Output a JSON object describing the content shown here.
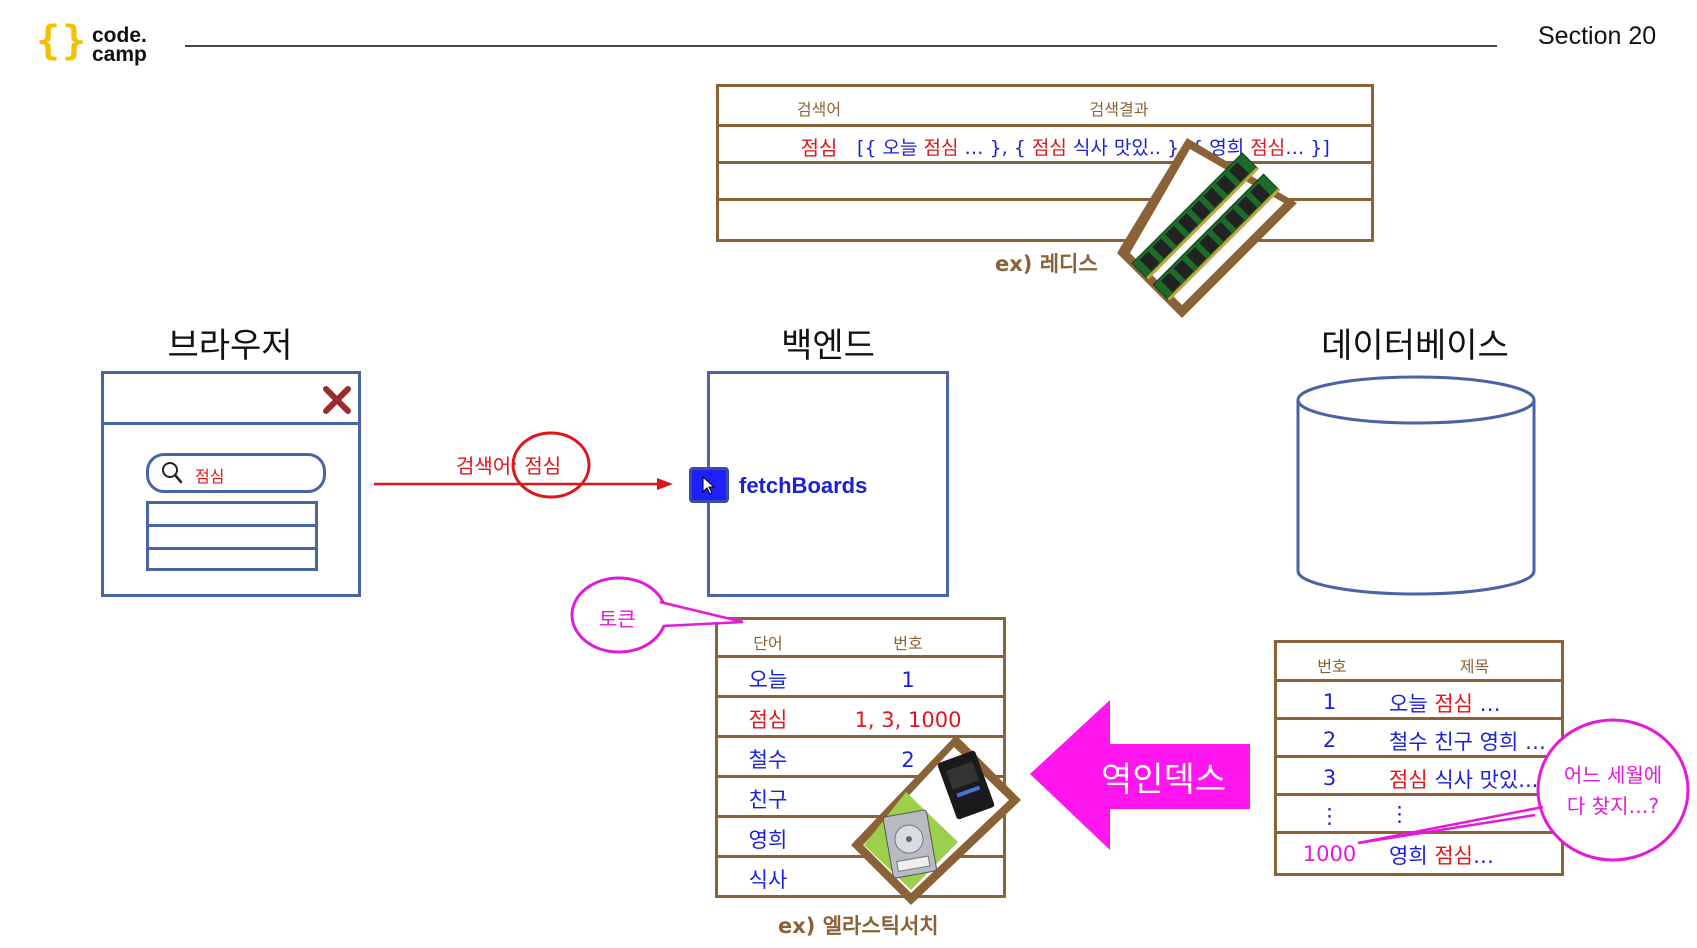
{
  "header": {
    "logo_brace_open": "{",
    "logo_brace_close": "}",
    "logo_line1": "code.",
    "logo_line2": "camp",
    "section": "Section 20"
  },
  "redis": {
    "headers": [
      "검색어",
      "검색결과"
    ],
    "row_keyword": "점심",
    "row_result_parts": [
      {
        "t": "[{ 오늘 ",
        "c": "blue"
      },
      {
        "t": "점심",
        "c": "red"
      },
      {
        "t": " … }, { ",
        "c": "blue"
      },
      {
        "t": "점심",
        "c": "red"
      },
      {
        "t": " 식사 맛있.. }, { 영희 ",
        "c": "blue"
      },
      {
        "t": "점심",
        "c": "red"
      },
      {
        "t": "… }]",
        "c": "blue"
      }
    ],
    "caption": "ex) 레디스"
  },
  "browser": {
    "title": "브라우저",
    "search_value": "점심"
  },
  "request": {
    "label_prefix": "검색어",
    "label_colon": ": ",
    "label_value": "점심"
  },
  "backend": {
    "title": "백엔드",
    "function": "fetchBoards"
  },
  "database": {
    "title": "데이터베이스",
    "headers": [
      "번호",
      "제목"
    ],
    "rows": [
      {
        "no": "1",
        "title_parts": [
          {
            "t": "오늘 ",
            "c": "blue"
          },
          {
            "t": "점심",
            "c": "red"
          },
          {
            "t": " …",
            "c": "blue"
          }
        ]
      },
      {
        "no": "2",
        "title_parts": [
          {
            "t": "철수 친구 영희 …",
            "c": "blue"
          }
        ]
      },
      {
        "no": "3",
        "title_parts": [
          {
            "t": "점심",
            "c": "red"
          },
          {
            "t": " 식사 맛있...",
            "c": "blue"
          }
        ]
      },
      {
        "no": "⋮",
        "title_parts": [
          {
            "t": "⋮",
            "c": "blue"
          }
        ]
      },
      {
        "no": "1000",
        "title_parts": [
          {
            "t": "영희 ",
            "c": "blue"
          },
          {
            "t": "점심",
            "c": "red"
          },
          {
            "t": "…",
            "c": "blue"
          }
        ]
      }
    ],
    "bubble": "어느 세월에\n다 찾지…?"
  },
  "inverted_index": {
    "headers": [
      "단어",
      "번호"
    ],
    "rows": [
      {
        "word": "오늘",
        "nums": "1",
        "highlight": false
      },
      {
        "word": "점심",
        "nums": "1, 3, 1000",
        "highlight": true
      },
      {
        "word": "철수",
        "nums": "2",
        "highlight": false
      },
      {
        "word": "친구",
        "nums": "2",
        "highlight": false
      },
      {
        "word": "영희",
        "nums": "",
        "highlight": false
      },
      {
        "word": "식사",
        "nums": "",
        "highlight": false
      }
    ],
    "caption": "ex) 엘라스틱서치",
    "token_bubble": "토큰",
    "arrow_label": "역인덱스"
  },
  "colors": {
    "brown": "#8b6237",
    "blue_text": "#1a21d6",
    "red_text": "#e0151b",
    "magenta": "#e31ad9",
    "box_border": "#4a62a6",
    "logo_yellow": "#f2c200"
  },
  "icons": [
    "close-x-icon",
    "search-icon",
    "cursor-icon",
    "ram-chip-image",
    "ssd-image",
    "hdd-image"
  ]
}
